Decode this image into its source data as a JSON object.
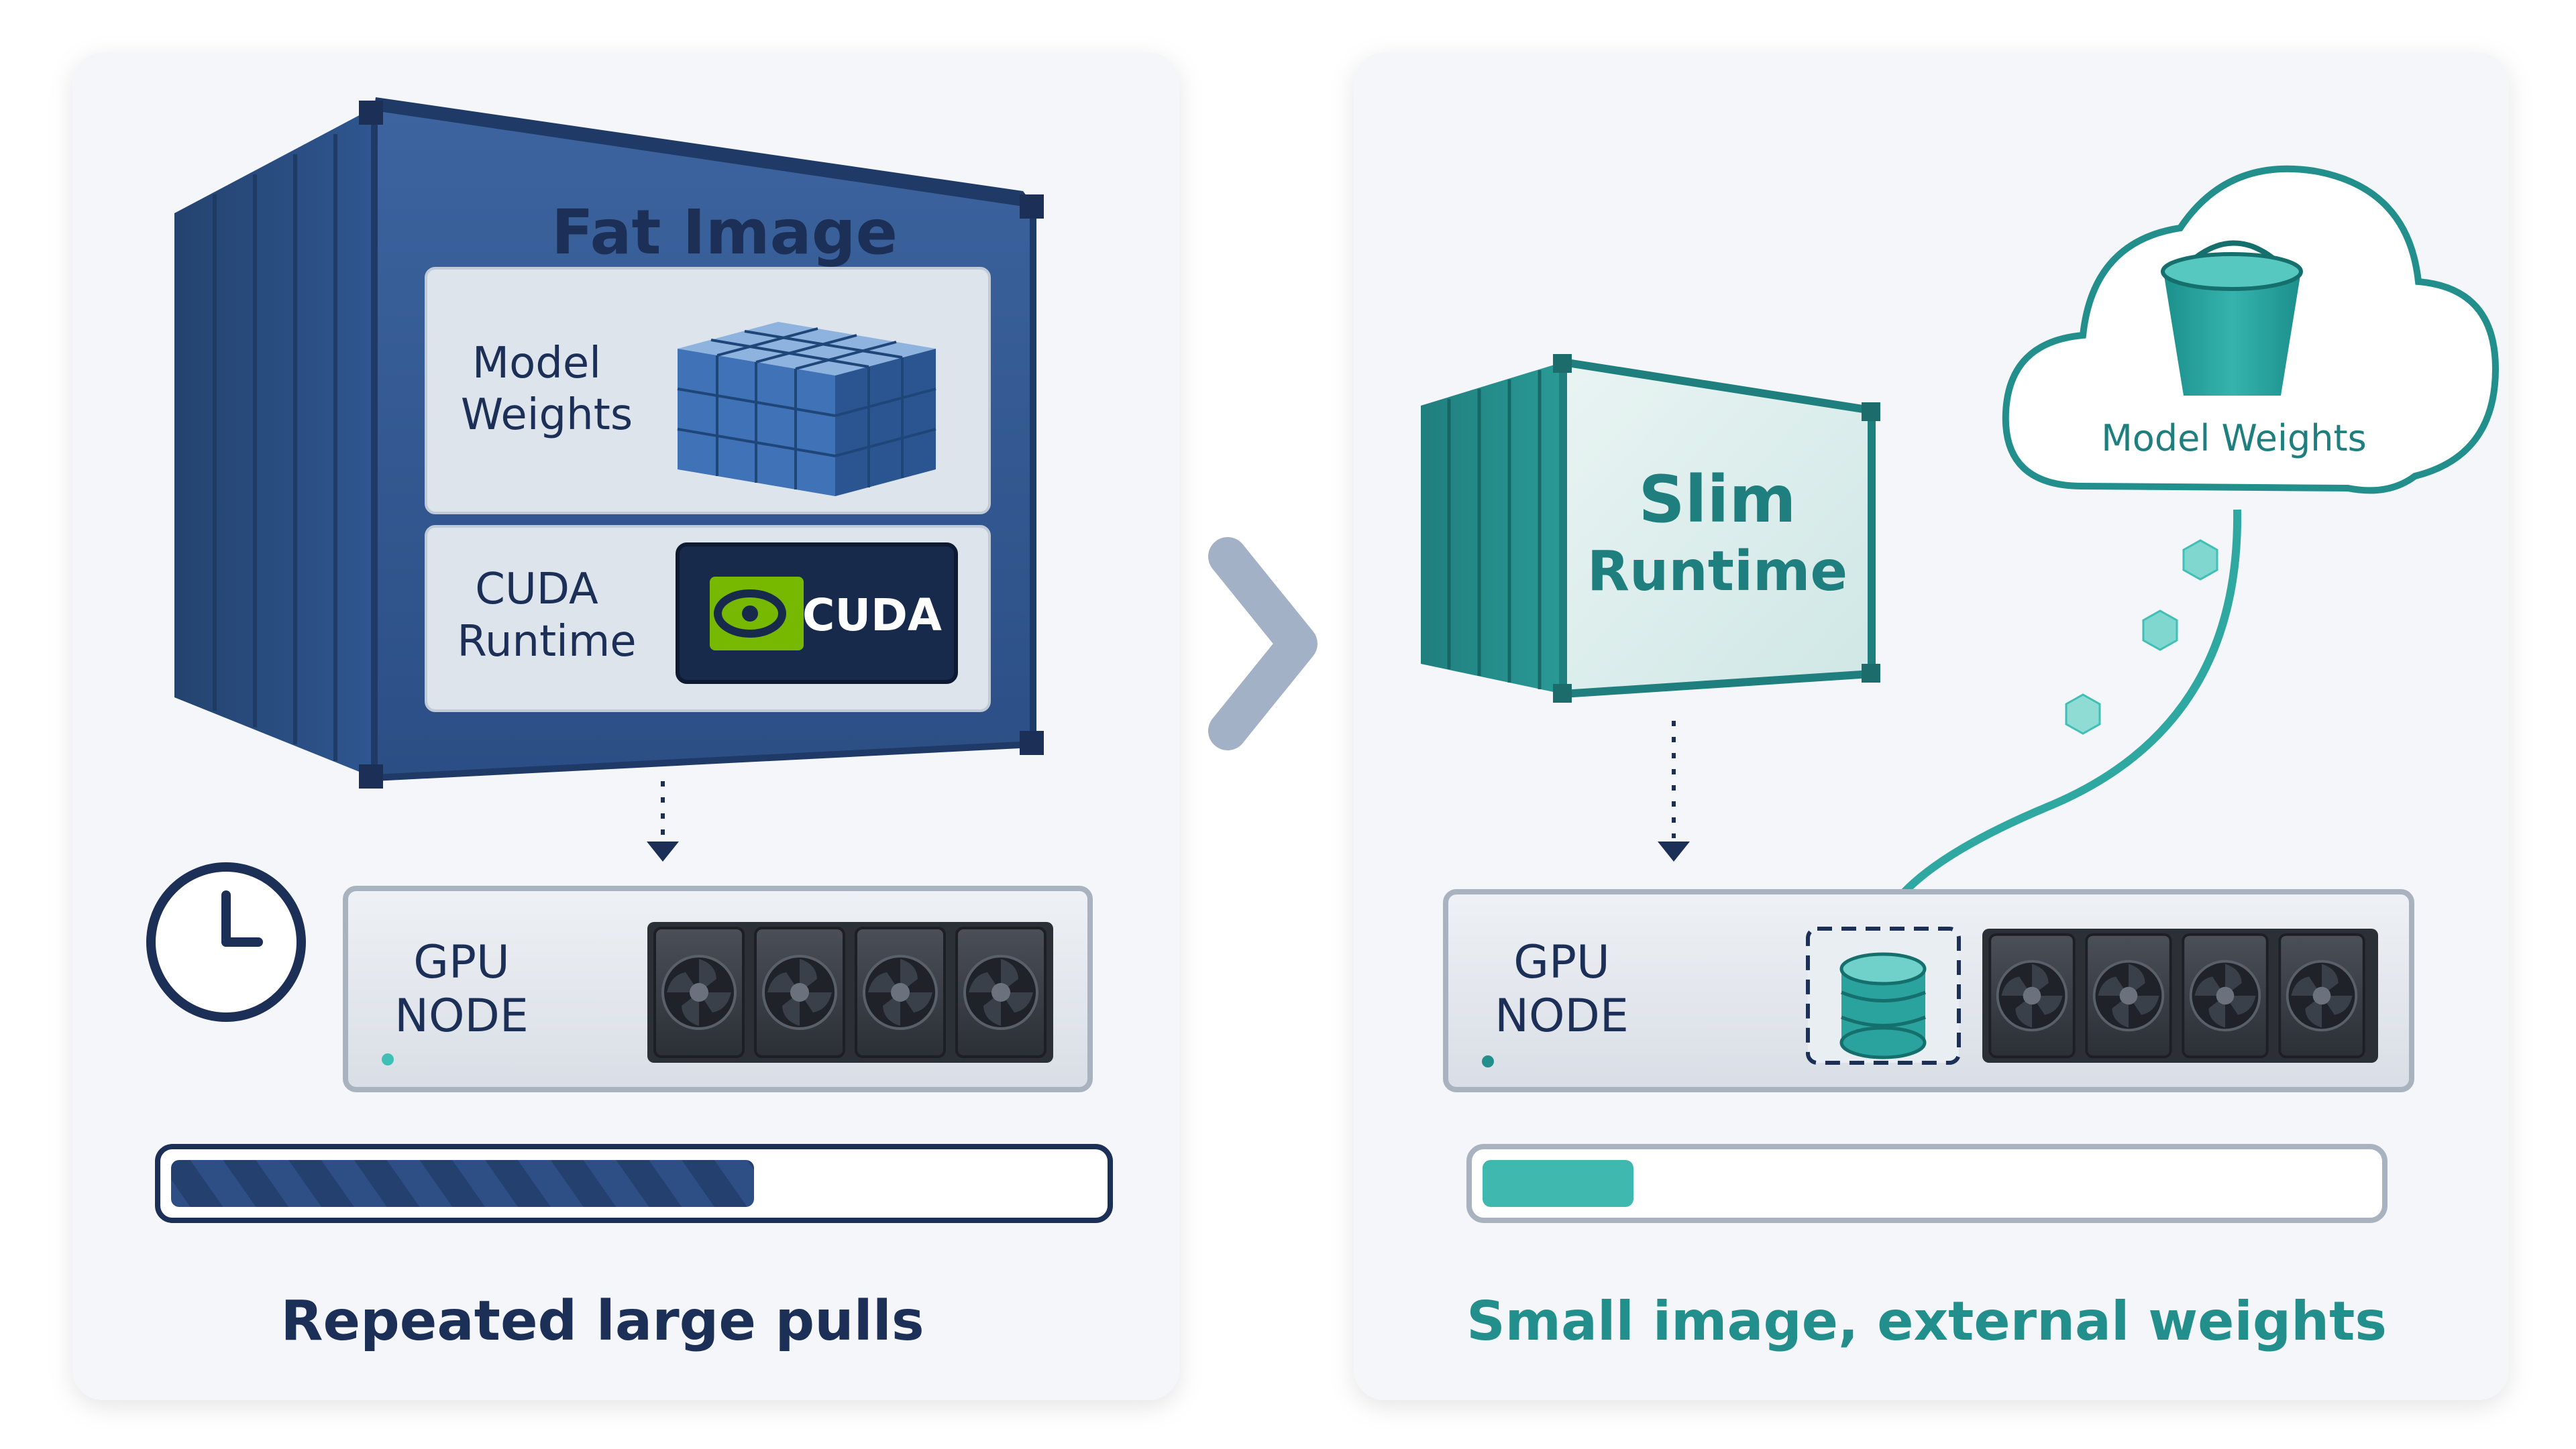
{
  "colors": {
    "navy": "#1b2f57",
    "blue": "#335b96",
    "teal": "#238f8c",
    "teal_light": "#3fbfb6",
    "panel": "#f4f6f9",
    "grey_chevron": "#a3b1c6"
  },
  "left_panel": {
    "container_title": "Fat Image",
    "weights_label_line1": "Model",
    "weights_label_line2": "Weights",
    "cuda_label_line1": "CUDA",
    "cuda_label_line2": "Runtime",
    "cuda_badge_text": "CUDA",
    "node_label_line1": "GPU",
    "node_label_line2": "NODE",
    "progress": 0.63,
    "caption": "Repeated large pulls",
    "icons": [
      "clock-icon",
      "nvidia-logo-icon",
      "weight-cubes-icon",
      "fan-icon"
    ]
  },
  "right_panel": {
    "container_title_line1": "Slim",
    "container_title_line2": "Runtime",
    "cloud_label": "Model Weights",
    "node_label_line1": "GPU",
    "node_label_line2": "NODE",
    "progress": 0.17,
    "caption": "Small image, external weights",
    "icons": [
      "bucket-icon",
      "cloud-icon",
      "database-icon",
      "fan-icon"
    ]
  }
}
